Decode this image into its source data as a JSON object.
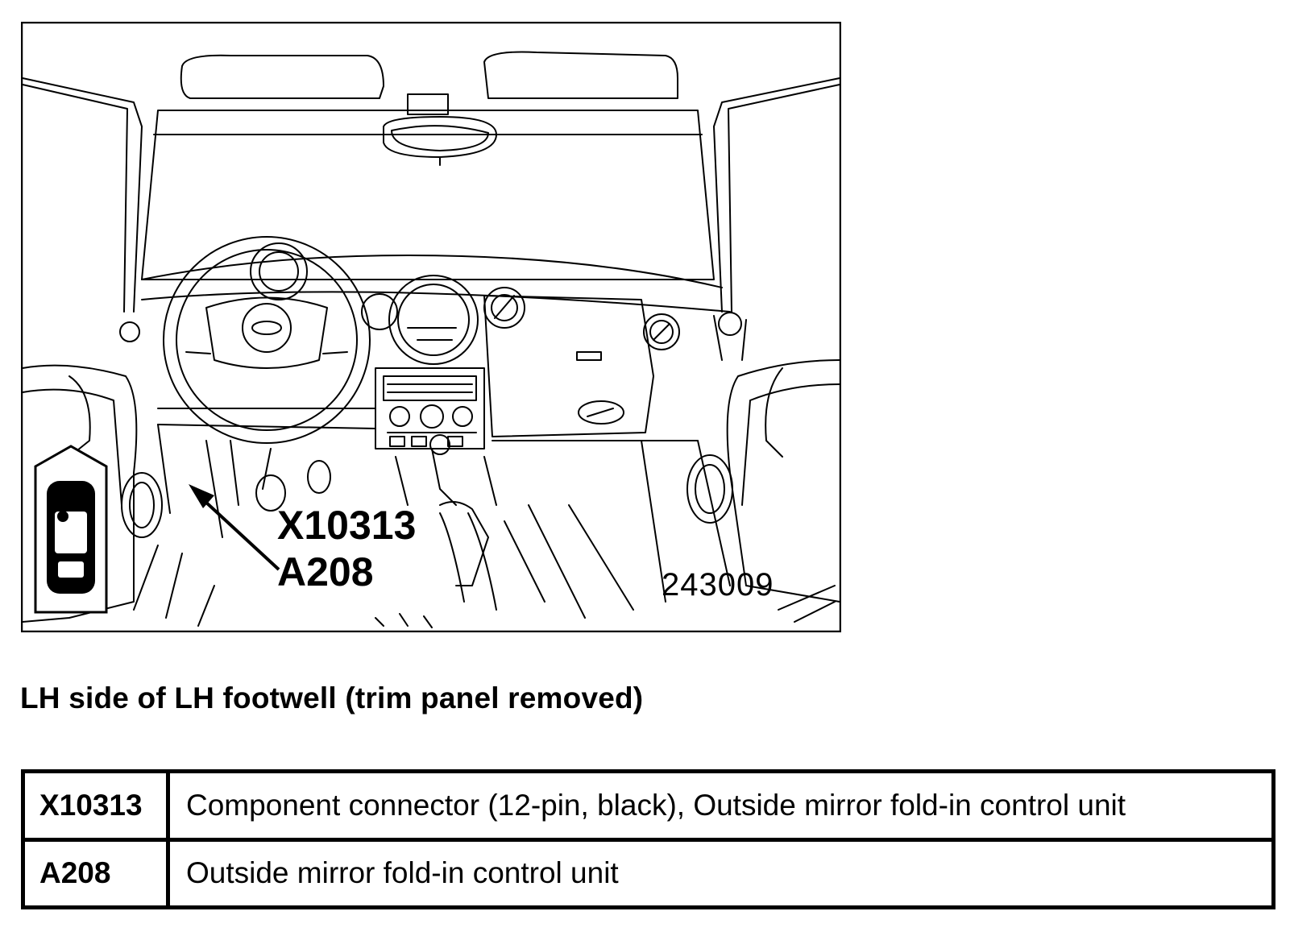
{
  "figure": {
    "callout_primary": "X10313",
    "callout_secondary": "A208",
    "figure_number": "243009",
    "icon": "car-top-view-icon"
  },
  "caption": "LH side of LH footwell (trim panel removed)",
  "legend": [
    {
      "code": "X10313",
      "description": "Component connector (12-pin, black), Outside mirror fold-in control unit"
    },
    {
      "code": "A208",
      "description": "Outside mirror fold-in control unit"
    }
  ]
}
